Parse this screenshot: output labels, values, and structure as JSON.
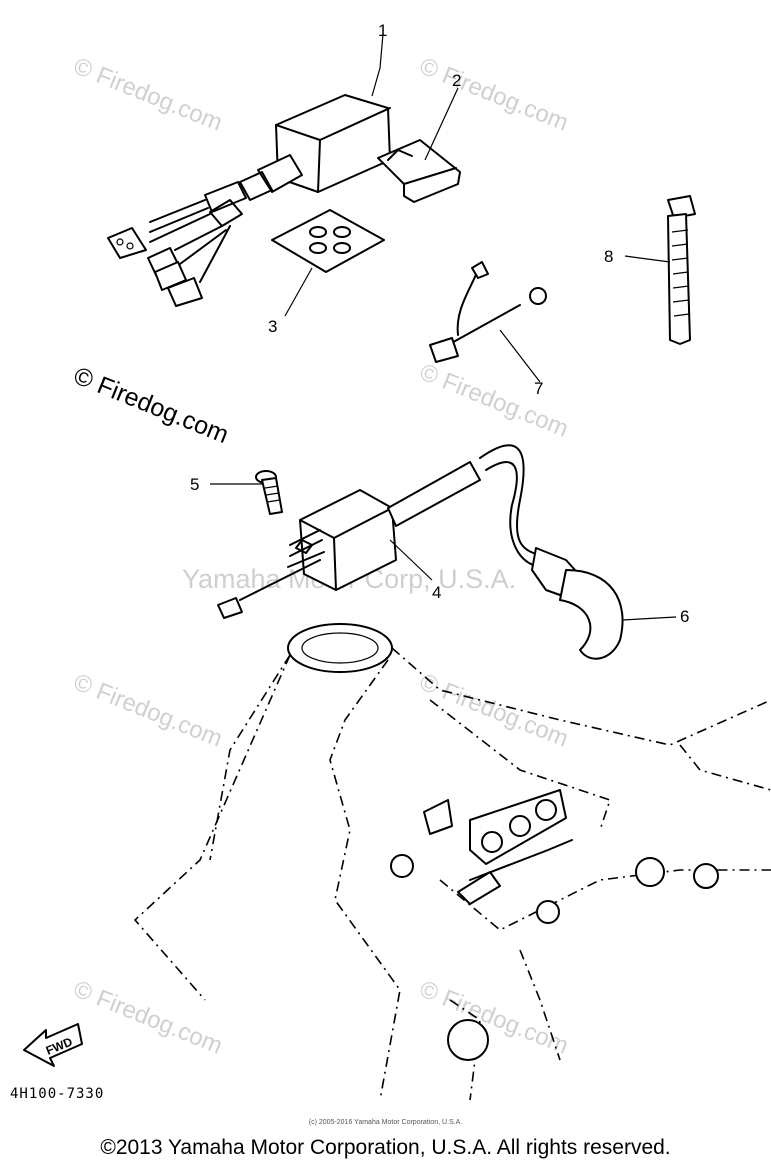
{
  "callouts": {
    "p1": "1",
    "p2": "2",
    "p3": "3",
    "p4": "4",
    "p5": "5",
    "p6": "6",
    "p7": "7",
    "p8": "8"
  },
  "watermark": {
    "text": "© Firedog.com",
    "center": "Yamaha Motor Corp, U.S.A."
  },
  "fwd_label": "FWD",
  "diagram_code": "4H100-7330",
  "small_copyright": "(c) 2005-2016 Yamaha Motor Corporation, U.S.A.",
  "footer": "©2013 Yamaha Motor Corporation, U.S.A. All rights reserved.",
  "colors": {
    "line": "#000000",
    "watermark": "#d0d0d0"
  }
}
